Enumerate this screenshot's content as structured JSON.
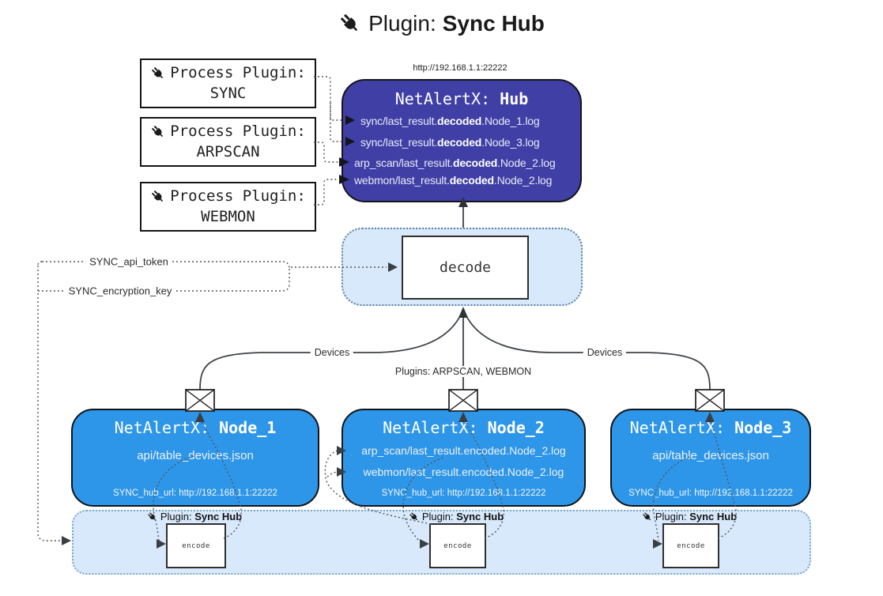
{
  "title": {
    "prefix": "Plugin: ",
    "bold": "Sync Hub"
  },
  "process_plugins": [
    {
      "label": "Process Plugin:",
      "name": "SYNC"
    },
    {
      "label": "Process Plugin:",
      "name": "ARPSCAN"
    },
    {
      "label": "Process Plugin:",
      "name": "WEBMON"
    }
  ],
  "hub": {
    "url": "http://192.168.1.1:22222",
    "title_prefix": "NetAlertX: ",
    "title_bold": "Hub",
    "logs": [
      {
        "pre": "sync/last_result.",
        "bold": "decoded",
        "post": ".Node_1.log"
      },
      {
        "pre": "sync/last_result.",
        "bold": "decoded",
        "post": ".Node_3.log"
      },
      {
        "pre": "arp_scan/last_result.",
        "bold": "decoded",
        "post": ".Node_2.log"
      },
      {
        "pre": "webmon/last_result.",
        "bold": "decoded",
        "post": ".Node_2.log"
      }
    ]
  },
  "decode": {
    "label": "decode"
  },
  "settings": {
    "api_token": "SYNC_api_token",
    "encryption_key": "SYNC_encryption_key"
  },
  "edges": {
    "devices_left": "Devices",
    "devices_right": "Devices",
    "plugins": "Plugins: ARPSCAN, WEBMON"
  },
  "nodes": [
    {
      "title_prefix": "NetAlertX: ",
      "title_bold": "Node_1",
      "lines": [
        "api/table_devices.json"
      ],
      "hub_url": "SYNC_hub_url: http://192.168.1.1:22222"
    },
    {
      "title_prefix": "NetAlertX: ",
      "title_bold": "Node_2",
      "lines": [
        "arp_scan/last_result.encoded.Node_2.log",
        "webmon/last_result.encoded.Node_2.log"
      ],
      "hub_url": "SYNC_hub_url: http://192.168.1.1:22222"
    },
    {
      "title_prefix": "NetAlertX: ",
      "title_bold": "Node_3",
      "lines": [
        "api/table_devices.json"
      ],
      "hub_url": "SYNC_hub_url: http://192.168.1.1:22222"
    }
  ],
  "encode_section": {
    "plugin_prefix": "Plugin: ",
    "plugin_bold": "Sync Hub",
    "encode_label": "encode"
  },
  "colors": {
    "hub_bg": "#403fa5",
    "node_bg": "#2d96e8",
    "container_bg": "#d8e9fb",
    "container_border": "#5e82a4",
    "line": "#3d4347",
    "white_box_border": "#2f2f2f"
  }
}
